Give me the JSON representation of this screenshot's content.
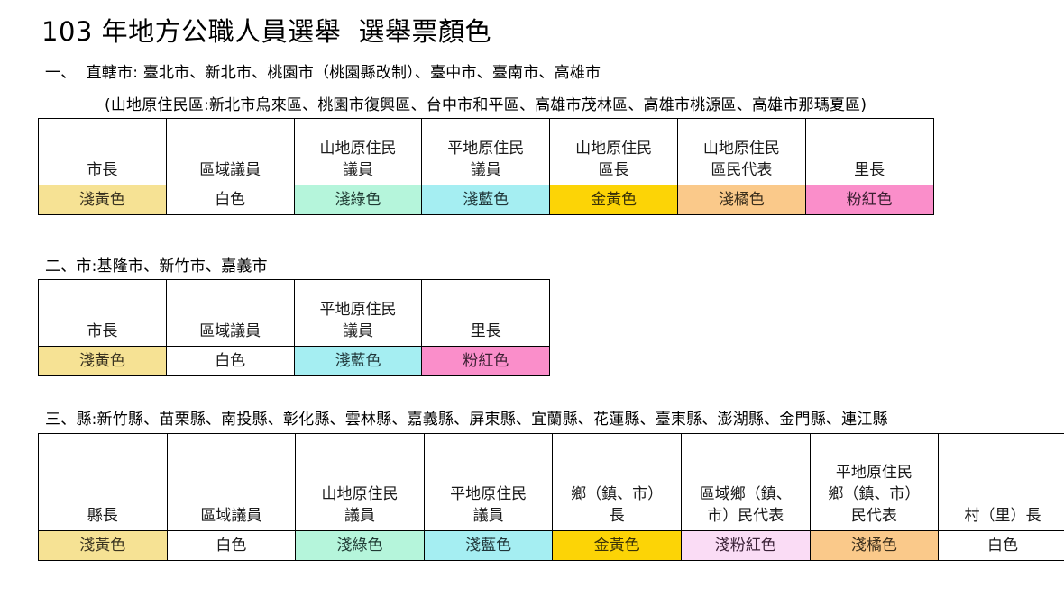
{
  "document": {
    "title": "103 年地方公職人員選舉  選舉票顏色"
  },
  "palette": {
    "light_yellow": "#F6E294",
    "white": "#FFFFFF",
    "light_green": "#B5F5DB",
    "light_blue": "#A5EEF2",
    "gold_yellow": "#FCD406",
    "light_orange": "#FAC98A",
    "pink": "#FA8ECA",
    "light_pink_red": "#FADCF5"
  },
  "sections": [
    {
      "marker": "一、",
      "heading": "直轄市: 臺北市、新北市、桃園市（桃園縣改制）、臺中市、臺南市、高雄市",
      "subheading": "(山地原住民區:新北市烏來區、桃園市復興區、台中市和平區、高雄市茂林區、高雄市桃源區、高雄市那瑪夏區)",
      "table": {
        "columns": [
          {
            "header": [
              "",
              "市長"
            ],
            "color_label": "淺黃色",
            "color": "#F6E294",
            "text_color": "#3A3320"
          },
          {
            "header": [
              "",
              "區域議員"
            ],
            "color_label": "白色",
            "color": "#FFFFFF",
            "text_color": "#1A1A1A"
          },
          {
            "header": [
              "山地原住民",
              "議員"
            ],
            "color_label": "淺綠色",
            "color": "#B5F5DB",
            "text_color": "#1F3A33"
          },
          {
            "header": [
              "平地原住民",
              "議員"
            ],
            "color_label": "淺藍色",
            "color": "#A5EEF2",
            "text_color": "#1F3538"
          },
          {
            "header": [
              "山地原住民",
              "區長"
            ],
            "color_label": "金黃色",
            "color": "#FCD406",
            "text_color": "#3A3208"
          },
          {
            "header": [
              "山地原住民",
              "區民代表"
            ],
            "color_label": "淺橘色",
            "color": "#FAC98A",
            "text_color": "#3A2E1C"
          },
          {
            "header": [
              "",
              "里長"
            ],
            "color_label": "粉紅色",
            "color": "#FA8ECA",
            "text_color": "#3A1F31"
          }
        ]
      }
    },
    {
      "marker": "二、",
      "heading": "市:基隆市、新竹市、嘉義市",
      "subheading": "",
      "table": {
        "columns": [
          {
            "header": [
              "",
              "市長"
            ],
            "color_label": "淺黃色",
            "color": "#F6E294",
            "text_color": "#3A3320"
          },
          {
            "header": [
              "",
              "區域議員"
            ],
            "color_label": "白色",
            "color": "#FFFFFF",
            "text_color": "#1A1A1A"
          },
          {
            "header": [
              "平地原住民",
              "議員"
            ],
            "color_label": "淺藍色",
            "color": "#A5EEF2",
            "text_color": "#1F3538"
          },
          {
            "header": [
              "",
              "里長"
            ],
            "color_label": "粉紅色",
            "color": "#FA8ECA",
            "text_color": "#3A1F31"
          }
        ]
      }
    },
    {
      "marker": "三、",
      "heading": "縣:新竹縣、苗栗縣、南投縣、彰化縣、雲林縣、嘉義縣、屏東縣、宜蘭縣、花蓮縣、臺東縣、澎湖縣、金門縣、連江縣",
      "subheading": "",
      "table": {
        "columns": [
          {
            "header": [
              "",
              "",
              "縣長"
            ],
            "color_label": "淺黃色",
            "color": "#F6E294",
            "text_color": "#3A3320"
          },
          {
            "header": [
              "",
              "",
              "區域議員"
            ],
            "color_label": "白色",
            "color": "#FFFFFF",
            "text_color": "#1A1A1A"
          },
          {
            "header": [
              "",
              "山地原住民",
              "議員"
            ],
            "color_label": "淺綠色",
            "color": "#B5F5DB",
            "text_color": "#1F3A33"
          },
          {
            "header": [
              "",
              "平地原住民",
              "議員"
            ],
            "color_label": "淺藍色",
            "color": "#A5EEF2",
            "text_color": "#1F3538"
          },
          {
            "header": [
              "",
              "鄉（鎮、市）",
              "長"
            ],
            "color_label": "金黃色",
            "color": "#FCD406",
            "text_color": "#3A3208"
          },
          {
            "header": [
              "",
              "區域鄉（鎮、",
              "市）民代表"
            ],
            "color_label": "淺粉紅色",
            "color": "#FADCF5",
            "text_color": "#3A2036"
          },
          {
            "header": [
              "平地原住民",
              "鄉（鎮、市）",
              "民代表"
            ],
            "color_label": "淺橘色",
            "color": "#FAC98A",
            "text_color": "#3A2E1C"
          },
          {
            "header": [
              "",
              "",
              "村（里）長"
            ],
            "color_label": "白色",
            "color": "#FFFFFF",
            "text_color": "#1A1A1A"
          }
        ]
      }
    }
  ]
}
